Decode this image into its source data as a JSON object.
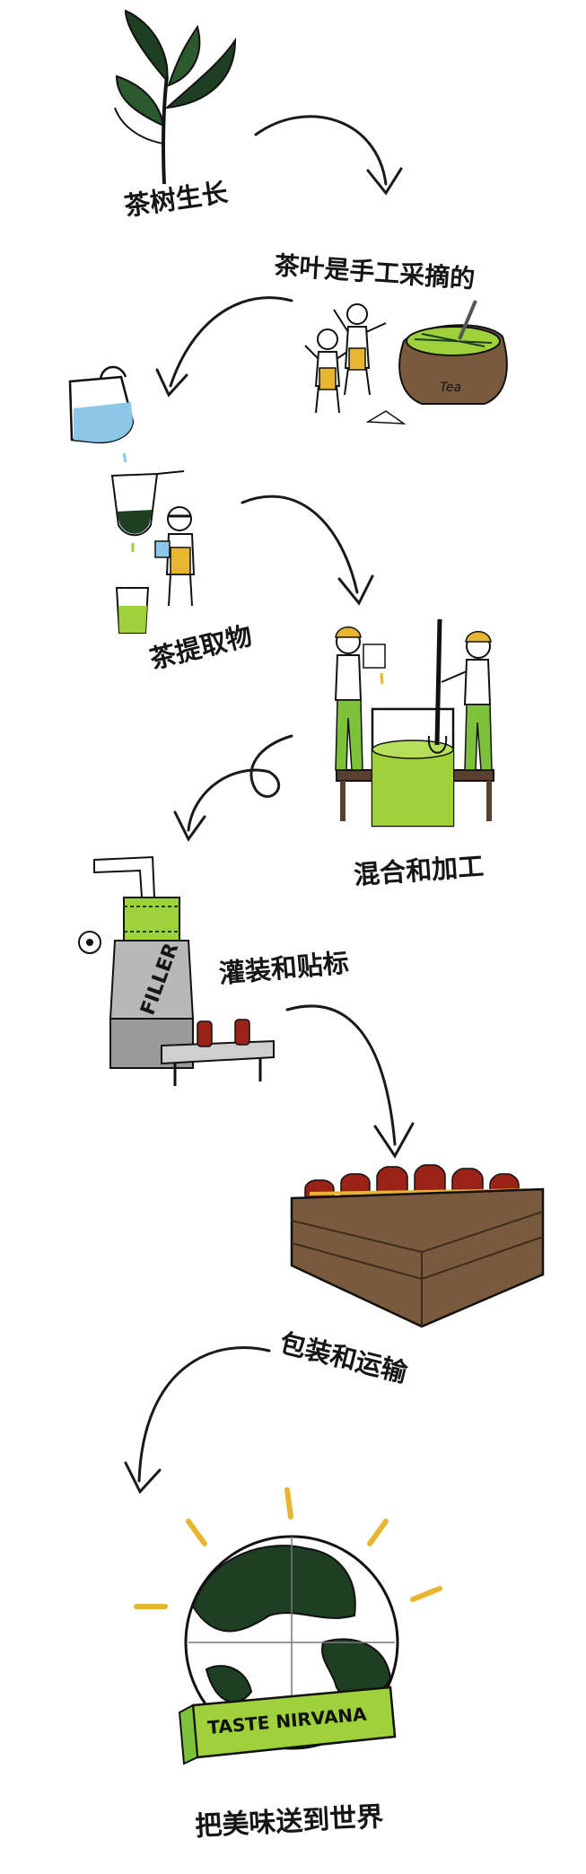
{
  "diagram": {
    "steps": [
      {
        "id": "grow",
        "label": "茶树生长"
      },
      {
        "id": "pick",
        "label": "茶叶是手工采摘的"
      },
      {
        "id": "extract",
        "label": "茶提取物"
      },
      {
        "id": "blend",
        "label": "混合和加工"
      },
      {
        "id": "fill",
        "label": "灌装和贴标"
      },
      {
        "id": "pack",
        "label": "包装和运输"
      },
      {
        "id": "world",
        "label": "把美味送到世界"
      }
    ],
    "sack_text": "Tea",
    "machine_text": "FILLER",
    "banner_text": "TASTE NIRVANA",
    "colors": {
      "ink": "#151515",
      "leaf": "#1f3f22",
      "lime": "#9fd13a",
      "tea_red": "#9a2216",
      "crate": "#7a5a3c",
      "sun": "#e8b530",
      "water": "#8cc6e8"
    }
  }
}
